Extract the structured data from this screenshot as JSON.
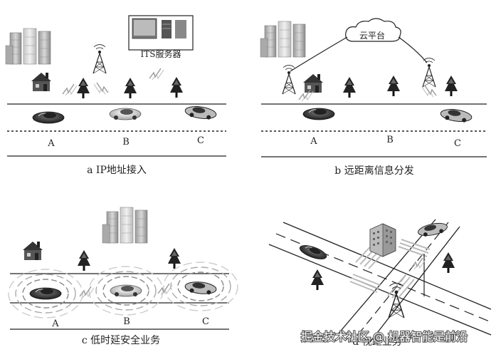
{
  "panel_a": {
    "caption": "a IP地址接入",
    "server_label": "ITS服务器",
    "car_labels": [
      "A",
      "B",
      "C"
    ]
  },
  "panel_b": {
    "caption": "b 远距离信息分发",
    "cloud_label": "云平台",
    "car_labels": [
      "A",
      "B",
      "C"
    ]
  },
  "panel_c": {
    "caption": "c 低时延安全业务",
    "car_labels": [
      "A",
      "B",
      "C"
    ]
  },
  "panel_d": {
    "caption": "d 视距业务"
  },
  "watermark": "掘金技术社区 @ 机器智能是前沿"
}
